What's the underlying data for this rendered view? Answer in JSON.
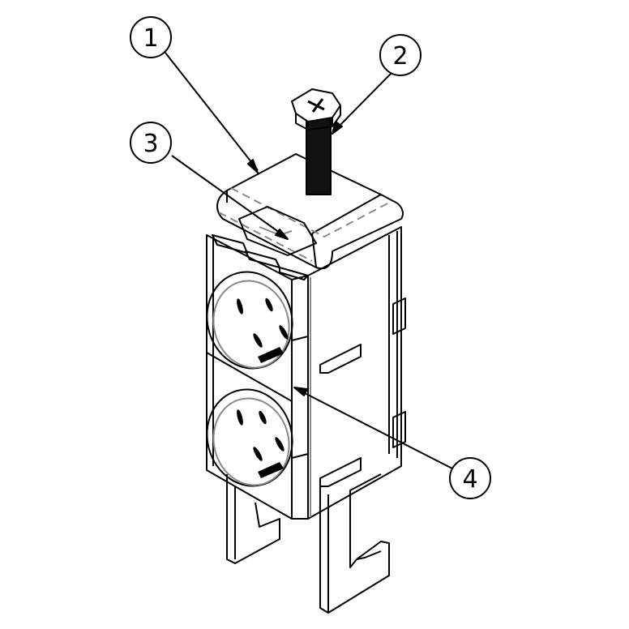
{
  "diagram": {
    "callouts": [
      {
        "label": "1",
        "part": "clamp-bracket"
      },
      {
        "label": "2",
        "part": "hex-bolt"
      },
      {
        "label": "3",
        "part": "clamp-nut"
      },
      {
        "label": "4",
        "part": "socket-housing"
      }
    ],
    "colors": {
      "line": "#000000",
      "shade": "#888888",
      "background": "#ffffff"
    }
  }
}
